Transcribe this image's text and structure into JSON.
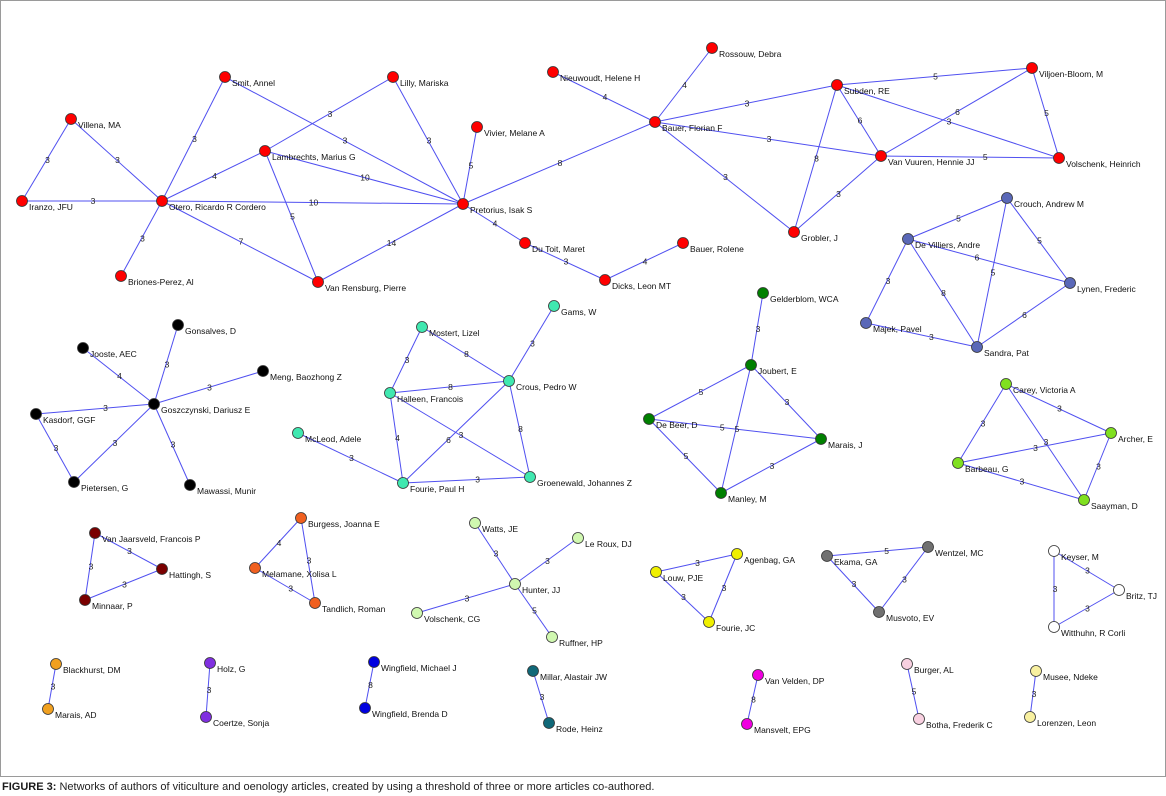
{
  "caption": {
    "label": "FIGURE 3:",
    "text": " Networks of authors of viticulture and oenology articles, created by using a threshold of three or more articles co-authored."
  },
  "edge_color": "#5050f0",
  "clusters": [
    {
      "color": "#ff0000",
      "nodes": [
        "Villena, MA",
        "Iranzo, JFU",
        "Otero, Ricardo R Cordero",
        "Smit, Annel",
        "Lilly, Mariska",
        "Lambrechts, Marius G",
        "Vivier, Melane A",
        "Pretorius, Isak S",
        "Briones-Perez, Al",
        "Van Rensburg, Pierre",
        "Du Toit, Maret",
        "Dicks, Leon MT",
        "Bauer, Rolene",
        "Bauer, Florian F",
        "Nieuwoudt, Helene H",
        "Rossouw, Debra",
        "Subden, RE",
        "Viljoen-Bloom, M",
        "Van Vuuren, Hennie JJ",
        "Volschenk, Heinrich",
        "Grobler, J"
      ],
      "edges": [
        [
          0,
          1,
          3
        ],
        [
          0,
          2,
          3
        ],
        [
          1,
          2,
          3
        ],
        [
          2,
          3,
          3
        ],
        [
          2,
          5,
          4
        ],
        [
          2,
          8,
          3
        ],
        [
          2,
          9,
          7
        ],
        [
          2,
          7,
          10
        ],
        [
          5,
          4,
          3
        ],
        [
          5,
          7,
          10
        ],
        [
          5,
          9,
          5
        ],
        [
          3,
          7,
          3
        ],
        [
          4,
          7,
          3
        ],
        [
          6,
          7,
          5
        ],
        [
          9,
          7,
          14
        ],
        [
          7,
          10,
          4
        ],
        [
          7,
          13,
          8
        ],
        [
          10,
          11,
          3
        ],
        [
          11,
          12,
          4
        ],
        [
          13,
          14,
          4
        ],
        [
          13,
          15,
          4
        ],
        [
          13,
          16,
          3
        ],
        [
          13,
          18,
          3
        ],
        [
          13,
          20,
          3
        ],
        [
          16,
          20,
          8
        ],
        [
          16,
          18,
          6
        ],
        [
          16,
          17,
          5
        ],
        [
          16,
          19,
          3
        ],
        [
          18,
          17,
          6
        ],
        [
          18,
          20,
          3
        ],
        [
          19,
          18,
          5
        ],
        [
          17,
          19,
          5
        ]
      ]
    },
    {
      "color": "#5a68b8",
      "nodes": [
        "Crouch, Andrew M",
        "De Villiers, Andre",
        "Lynen, Frederic",
        "Majek, Pavel",
        "Sandra, Pat"
      ],
      "edges": [
        [
          1,
          0,
          5
        ],
        [
          0,
          2,
          5
        ],
        [
          0,
          4,
          5
        ],
        [
          1,
          2,
          6
        ],
        [
          1,
          4,
          8
        ],
        [
          1,
          3,
          3
        ],
        [
          3,
          4,
          3
        ],
        [
          4,
          2,
          6
        ]
      ]
    },
    {
      "color": "#008000",
      "nodes": [
        "Gelderblom, WCA",
        "Joubert, E",
        "De Beer, D",
        "Marais, J",
        "Manley, M"
      ],
      "edges": [
        [
          0,
          1,
          3
        ],
        [
          1,
          2,
          5
        ],
        [
          1,
          3,
          3
        ],
        [
          1,
          4,
          5
        ],
        [
          2,
          3,
          5
        ],
        [
          2,
          4,
          5
        ],
        [
          4,
          3,
          3
        ]
      ]
    },
    {
      "color": "#80e020",
      "nodes": [
        "Carey, Victoria A",
        "Archer, E",
        "Barbeau, G",
        "Saayman, D"
      ],
      "edges": [
        [
          0,
          2,
          3
        ],
        [
          0,
          1,
          3
        ],
        [
          0,
          3,
          3
        ],
        [
          2,
          1,
          3
        ],
        [
          2,
          3,
          3
        ],
        [
          1,
          3,
          3
        ]
      ]
    },
    {
      "color": "#000000",
      "nodes": [
        "Gonsalves, D",
        "Jooste, AEC",
        "Meng, Baozhong Z",
        "Goszczynski, Dariusz E",
        "Kasdorf, GGF",
        "Pietersen, G",
        "Mawassi, Munir"
      ],
      "edges": [
        [
          0,
          3,
          3
        ],
        [
          1,
          3,
          4
        ],
        [
          2,
          3,
          3
        ],
        [
          4,
          3,
          3
        ],
        [
          4,
          5,
          3
        ],
        [
          5,
          3,
          3
        ],
        [
          6,
          3,
          3
        ]
      ]
    },
    {
      "color": "#40e8b0",
      "nodes": [
        "Gams, W",
        "Mostert, Lizel",
        "Crous, Pedro W",
        "Halleen, Francois",
        "McLeod, Adele",
        "Fourie, Paul H",
        "Groenewald, Johannes Z"
      ],
      "edges": [
        [
          1,
          3,
          3
        ],
        [
          1,
          2,
          8
        ],
        [
          0,
          2,
          3
        ],
        [
          3,
          2,
          8
        ],
        [
          3,
          5,
          4
        ],
        [
          3,
          6,
          3
        ],
        [
          2,
          5,
          6
        ],
        [
          2,
          6,
          8
        ],
        [
          4,
          5,
          3
        ],
        [
          5,
          6,
          3
        ]
      ]
    },
    {
      "color": "#7a0000",
      "nodes": [
        "Van Jaarsveld, Francois P",
        "Hattingh, S",
        "Minnaar, P"
      ],
      "edges": [
        [
          0,
          1,
          3
        ],
        [
          0,
          2,
          3
        ],
        [
          2,
          1,
          3
        ]
      ]
    },
    {
      "color": "#f06020",
      "nodes": [
        "Burgess, Joanna E",
        "Melamane, Xolisa L",
        "Tandlich, Roman"
      ],
      "edges": [
        [
          0,
          1,
          4
        ],
        [
          0,
          2,
          3
        ],
        [
          1,
          2,
          3
        ]
      ]
    },
    {
      "color": "#d0f8b0",
      "nodes": [
        "Watts, JE",
        "Le Roux, DJ",
        "Hunter, JJ",
        "Volschenk, CG",
        "Ruffner, HP"
      ],
      "edges": [
        [
          0,
          2,
          3
        ],
        [
          1,
          2,
          3
        ],
        [
          3,
          2,
          3
        ],
        [
          4,
          2,
          5
        ]
      ]
    },
    {
      "color": "#f0f000",
      "nodes": [
        "Agenbag, GA",
        "Louw, PJE",
        "Fourie, JC"
      ],
      "edges": [
        [
          1,
          0,
          3
        ],
        [
          0,
          2,
          3
        ],
        [
          1,
          2,
          3
        ]
      ]
    },
    {
      "color": "#707070",
      "nodes": [
        "Ekama, GA",
        "Wentzel, MC",
        "Musvoto, EV"
      ],
      "edges": [
        [
          0,
          1,
          5
        ],
        [
          0,
          2,
          3
        ],
        [
          1,
          2,
          3
        ]
      ]
    },
    {
      "color": "#ffffff",
      "nodes": [
        "Keyser, M",
        "Britz, TJ",
        "Witthuhn, R Corli"
      ],
      "edges": [
        [
          0,
          1,
          3
        ],
        [
          0,
          2,
          3
        ],
        [
          2,
          1,
          3
        ]
      ]
    },
    {
      "color": "#f0a020",
      "nodes": [
        "Blackhurst, DM",
        "Marais, AD"
      ],
      "edges": [
        [
          0,
          1,
          3
        ]
      ]
    },
    {
      "color": "#8030e0",
      "nodes": [
        "Holz, G",
        "Coertze, Sonja"
      ],
      "edges": [
        [
          0,
          1,
          3
        ]
      ]
    },
    {
      "color": "#0000e0",
      "nodes": [
        "Wingfield, Michael J",
        "Wingfield, Brenda D"
      ],
      "edges": [
        [
          0,
          1,
          8
        ]
      ]
    },
    {
      "color": "#106878",
      "nodes": [
        "Millar, Alastair JW",
        "Rode, Heinz"
      ],
      "edges": [
        [
          0,
          1,
          3
        ]
      ]
    },
    {
      "color": "#f000e0",
      "nodes": [
        "Van Velden, DP",
        "Mansvelt, EPG"
      ],
      "edges": [
        [
          0,
          1,
          8
        ]
      ]
    },
    {
      "color": "#f8d0e0",
      "nodes": [
        "Burger, AL",
        "Botha, Frederik C"
      ],
      "edges": [
        [
          0,
          1,
          5
        ]
      ]
    },
    {
      "color": "#f8f0a0",
      "nodes": [
        "Musee, Ndeke",
        "Lorenzen, Leon"
      ],
      "edges": [
        [
          0,
          1,
          3
        ]
      ]
    }
  ]
}
